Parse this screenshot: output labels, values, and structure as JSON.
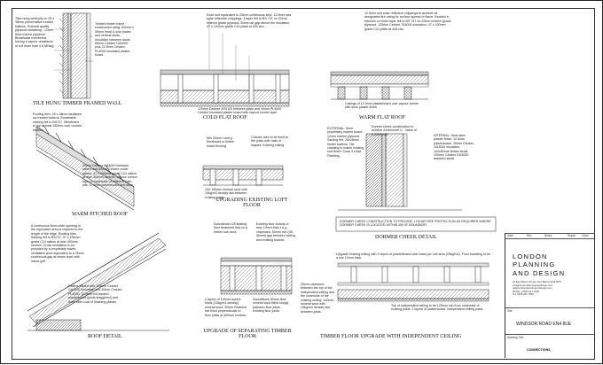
{
  "captions": {
    "tile_hung": "TILE HUNG TIMBER FRAMED WALL",
    "cold_flat": "COLD FLAT ROOF",
    "warm_flat": "WARM FLAT ROOF",
    "warm_pitched": "WARM PITCHED ROOF",
    "loft_floor": "UPGRADING EXISTING LOFT FLOOR",
    "dormer": "DORMER CHEEK DETAIL",
    "roof_detail": "ROOF DETAIL",
    "separating_floor": "UPGRADE OF SEPARATING TIMBER FLOOR",
    "independent_ceiling": "TIMBER FLOOR UPGRADE WITH INDEPENDENT CEILING"
  },
  "notes": {
    "tile_hung": "Tiles hung vertically on 25 x 38mm preservative treated battens. External quality plywood sheathing - 12mm thick marine plywood. Breathable membrane having a vapour resistance of not more than 0.6 MNs/g.",
    "tile_hung_right": "Treated timber frame constructed using 100mm x 50mm head & sole plates and vertical studs. Insulation between studs 80mm Celotex GA4000 plus 22.5mm Celotex PL4000 insulated plaster board",
    "cold_flat": "Exist roof equivalent to 25mm continuous strip. 12.5mm sea solar reflective chippings. 3 layer felt to BS 747 on 22mm exterior grade plywood. 50mm air gap above the insulation. 47 x 100mm grade C24 joists at 400 ctrs.",
    "cold_flat_bottom": "120mm Celotex XR4120 between joists and 40mm PL4000 Celotex insulated plaster board with vapour control layer",
    "warm_flat": "12.5mm sea solar reflective chippings to achieve as designated fire rating for surface spread of flame. Bedded in bitumen on three layer felt to BS 747 on 22mm exterior grade plywood. 125mm Celotex TA4000 insulation. 47 x 100mm grade C24 joists at 400 ctrs.",
    "warm_flat_bottom": "Ceilings of 12.5mm plasterboard over vapour barrier with skim plaster finish",
    "warm_pitched": "Roofing tiles. 25 x 38mm tanalised sw treated battens. Breathable sarking felt to BS747. Membrane to lap at least 150mm over counter battens.",
    "warm_pitched_right": "50mm Celotex GA4000 between rafters and 80mm Celotex under rafters. 47 x 150mm grade C24 rafters at max 400mm centres. Vapour control layer to underside of rafters. Finish with 12.5mm plasterboard and skim.",
    "loft_floor": "Min 20mm t and g floorboard or timber board flooring",
    "loft_floor_b": "100-150mm mineral wool with 10kg/m3 density laid between existing joists",
    "loft_floor_right": "Chicken wire to be fixed to the joists with nails or staples. Existing ceiling.",
    "dormer_left": "EXTERNAL. 9mm proprietary marine board. 12mm marine plywood. Sarking felt. 28x28mm timber battens. Tile cladding to match existing roof finish. Code 4 Lead Flashing.",
    "dormer_center": "Dormer cheek construction to achieve a minimum U - Value of 0.30W/m2K",
    "dormer_right": "INTERNAL. 8mm skim plaster finish. 12.5mm plasterboard. 35mm Celotex GA3000 insulation. 100x50mm timber studs. 100mm Celotex GA3000 between studs.",
    "dormer_box": "DORMER CHEEK CONSTRUCTION TO PROVIDE 1 HOUR FIRE PROTECTION AS REQUIRED WHERE DORMER CHEEK IS LOCATED WITHIN 1M OF BOUNDARY",
    "roof_detail": "A continuous 8mm-wide opening in the equivalent area is required to the length of the ridge. Roofing tiles. Sarking felt to BS747. 47 x 150mm grade C24 rafters at max 400mm centres. Cross ventilation to be provided by a proprietary eaves ventilation area equivalent to a 25mm continuous gap at eaves level with insect grill.",
    "roof_detail_bottom": "Rafters infilled with 100mm Celotex GA4000 insulation and 40mm Celotex PL4000. 12.5mm foil backed plasterboard (joints staggered) and 5mm skim coat of finishing plaster.",
    "separating_floor": "Soundboard 28 floating floor treatment laid on a timber sub deck",
    "separating_floor_b": "Existing floor boards or new 19mm thick t & g chipboard. 50mm min (40-50mm) gap between ceiling and existing boards.",
    "separating_floor_c": "2 layers of 100mm sound block (10kg/m3 density) mineral wool. 30mm Resilient bar fixed perpendicular to floor joists at 400mm centres.",
    "separating_floor_d": "Soundblock 50mm floor mineral wool fitted snugly between floor joists. Existing floor joists.",
    "independent_ceiling": "Upgrade existing ceiling with 2 layers of plasterboard total mass per unit area (25kg/m2). Floor boarding to be a min 12mm thick.",
    "independent_ceiling_b": "25mm clearance between the top of the independent ceiling and the underside of the existing ceiling. 100mm mineral wool with 10kg/m3 density laid between joists.",
    "independent_ceiling_c": "Top of independent ceiling to be 125mm min from underside of existing joists. 2 layers of plasterboard. Independent ceiling joists."
  },
  "title_block": {
    "rev_labels": [
      "Date",
      "Rev",
      "Notes",
      "Drawn",
      "Chkd"
    ],
    "logo": [
      "LONDON",
      "PLANNING",
      "AND DESIGN"
    ],
    "address": [
      "22 East Barnet Road, New Barnet EN4 8RN",
      "info@londonplanninganddesign.com",
      "www.londonplanninganddesign.com",
      "Mobile: 07500 017 3005",
      "Tel: 0208 381 7968"
    ],
    "project_label": "Site",
    "project": "WINDSOR ROAD EN4 8UE",
    "drawing_label": "Drawing Title",
    "drawing_title": "CONNECTIONS"
  }
}
